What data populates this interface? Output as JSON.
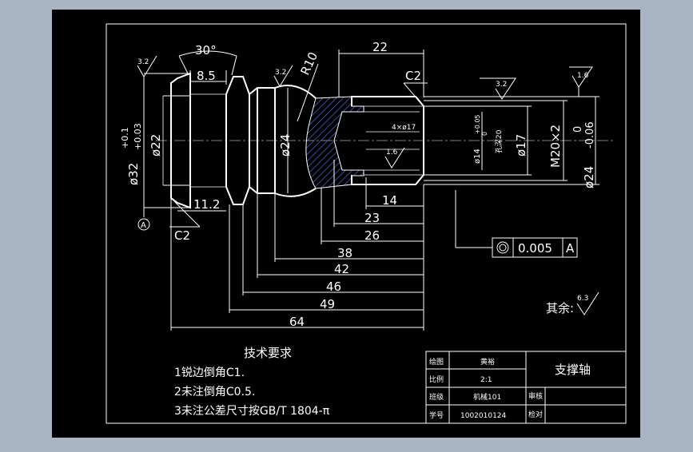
{
  "colors": {
    "outer_bg": "#a8b4c4",
    "paper": "#000000",
    "line": "#ffffff",
    "hatch": "#3a4ad8"
  },
  "dims": {
    "angle": "30°",
    "w85": "8.5",
    "w22": "22",
    "r10": "R10",
    "c2_top": "C2",
    "c2_left": "C2",
    "d32": "ø32",
    "d32_tol_up": "+0.1",
    "d32_tol_low": "+0.03",
    "d22": "ø22",
    "d24_mid": "ø24",
    "holes": "4×ø17",
    "d14": "ø14",
    "d14_up": "+0.05",
    "d14_low": "0",
    "depth": "孔深20",
    "d17": "ø17",
    "m20": "M20×2",
    "d24_right": "ø24",
    "d24_up": "0",
    "d24_low": "-0.06",
    "w112": "11.2",
    "l14": "14",
    "l23": "23",
    "l26": "26",
    "l38": "38",
    "l42": "42",
    "l46": "46",
    "l49": "49",
    "l64": "64"
  },
  "rough": {
    "r1": "3.2",
    "r2": "3.2",
    "r3": "3.2",
    "r4": "1.6",
    "r5": "1.6",
    "rest": "6.3",
    "rest_label": "其余:"
  },
  "datum": "A",
  "tolerance": {
    "value": "0.005",
    "datum": "A"
  },
  "tech": {
    "title": "技术要求",
    "line1": "1锐边倒角C1.",
    "line2": "2未注倒角C0.5.",
    "line3": "3未注公差尺寸按GB/T  1804-π"
  },
  "title_block": {
    "k1": "绘图",
    "v1": "黄裕",
    "k2": "比例",
    "v2": "2:1",
    "k3": "班级",
    "v3": "机械101",
    "k4": "学号",
    "v4": "1002010124",
    "k5": "审核",
    "k6": "检对",
    "part": "支撑轴"
  }
}
